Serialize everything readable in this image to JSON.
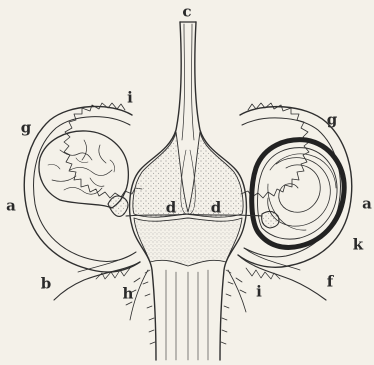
{
  "labels": {
    "c": "c",
    "i_top": "i",
    "g_left": "g",
    "g_right": "g",
    "a_left": "a",
    "a_right": "a",
    "d_left": "d",
    "d_right": "d",
    "k": "k",
    "b": "b",
    "h": "h",
    "i_bottom": "i",
    "f": "f"
  },
  "colors": {
    "background": "#f4f1e9",
    "ink": "#2f2f2f",
    "stipple": "#8a8a8a",
    "dark_layer": "#333333"
  }
}
